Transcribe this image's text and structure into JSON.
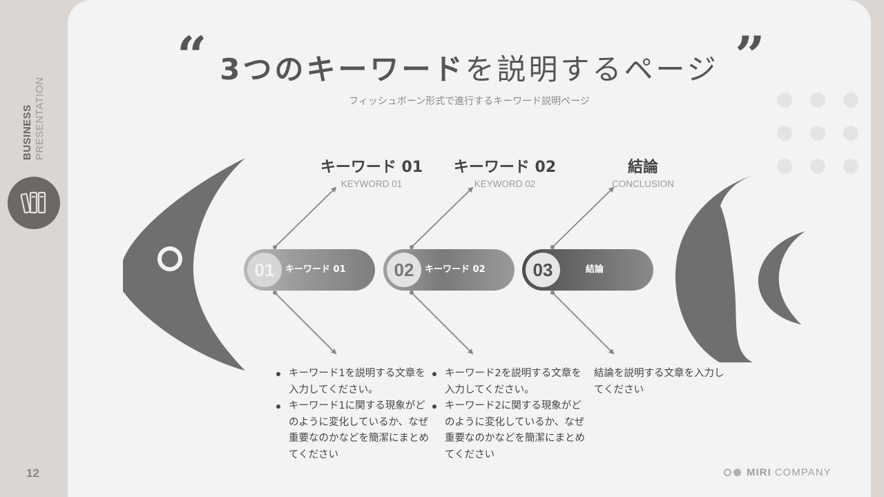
{
  "sidebar": {
    "label_top": "BUSINESS",
    "label_bottom": "PRESENTATION",
    "icon": "binders-icon",
    "page_number": "12"
  },
  "header": {
    "title_bold": "3つのキーワード",
    "title_light": "を説明するページ",
    "quote_open": "“",
    "quote_close": "”",
    "subtitle": "フィッシュボーン形式で進行するキーワード説明ページ"
  },
  "keywords": [
    {
      "title": "キーワード 01",
      "subtitle": "KEYWORD 01",
      "number": "01",
      "pill_label": "キーワード 01",
      "bullets": [
        "キーワード1を説明する文章を入力してください。",
        "キーワード1に関する現象がどのように変化しているか、なぜ重要なのかなどを簡潔にまとめてください"
      ]
    },
    {
      "title": "キーワード 02",
      "subtitle": "KEYWORD 02",
      "number": "02",
      "pill_label": "キーワード 02",
      "bullets": [
        "キーワード2を説明する文章を入力してください。",
        "キーワード2に関する現象がどのように変化しているか、なぜ重要なのかなどを簡潔にまとめてください"
      ]
    },
    {
      "title": "結論",
      "subtitle": "CONCLUSION",
      "number": "03",
      "pill_label": "結論",
      "text": "結論を説明する文章を入力してください"
    }
  ],
  "footer": {
    "brand_strong": "MIRI",
    "brand_light": "COMPANY"
  },
  "colors": {
    "fish": "#6f6e70",
    "bone": "#8a8580",
    "pill1": "#9e9e9e",
    "pill2": "#8c8c8c",
    "pill3": "#5c5c5c",
    "background": "#f3f3f4",
    "sidebar": "#dcd6d2"
  }
}
